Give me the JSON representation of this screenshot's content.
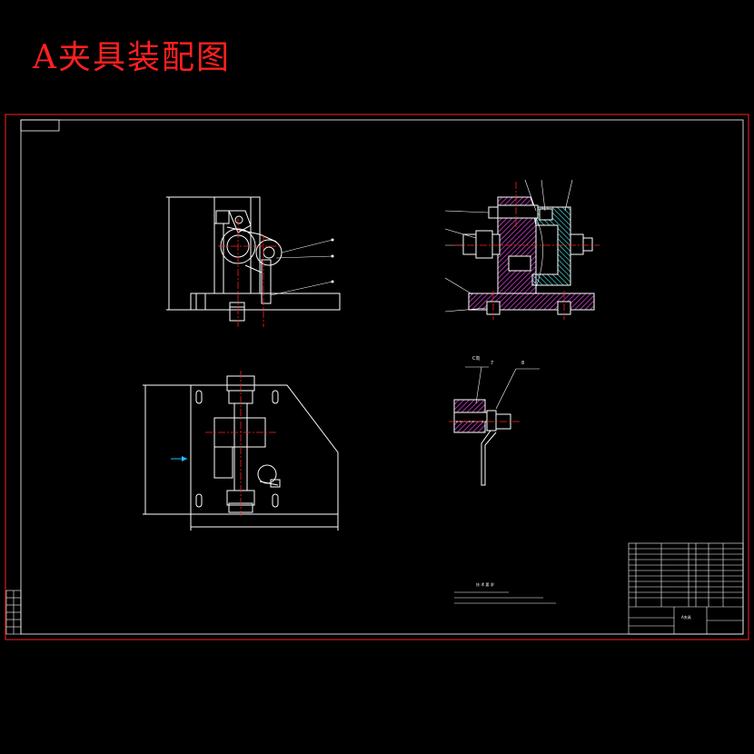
{
  "title": "A夹具装配图",
  "notes": {
    "heading": "技 术 要 求"
  },
  "section_label": "C向",
  "balloons": {
    "b7": "7",
    "b8": "8"
  },
  "title_block": {
    "drawing_name": "A夹具"
  },
  "colors": {
    "title": "#ff2020",
    "frame": "#ff2020",
    "lines": "#ffffff",
    "centerline": "#ff2020",
    "hatch_magenta": "#d040d0",
    "hatch_cyan": "#40c0c0",
    "arrow": "#20c0ff"
  }
}
